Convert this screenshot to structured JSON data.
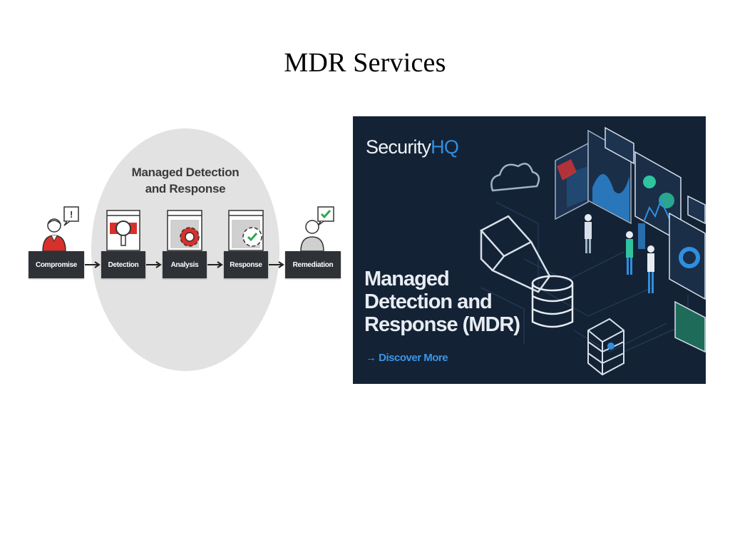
{
  "slide": {
    "title": "MDR Services"
  },
  "diagram": {
    "title_line1": "Managed Detection",
    "title_line2": "and Response",
    "stages": [
      "Compromise",
      "Detection",
      "Analysis",
      "Response",
      "Remediation"
    ],
    "colors": {
      "box": "#2e3237",
      "alert": "#d9302c",
      "check": "#2ea84f",
      "oval": "#e2e2e2"
    }
  },
  "banner": {
    "brand_part1": "Security",
    "brand_part2": "HQ",
    "headline_line1": "Managed",
    "headline_line2": "Detection and",
    "headline_line3": "Response (MDR)",
    "cta": "→ Discover More",
    "colors": {
      "background": "#142235",
      "accent": "#2f8fe0"
    },
    "icons": [
      "cloud-icon",
      "laptop-icon",
      "database-icon",
      "firewall-icon",
      "dashboard-screens-icon",
      "analyst-figures-icon"
    ]
  }
}
